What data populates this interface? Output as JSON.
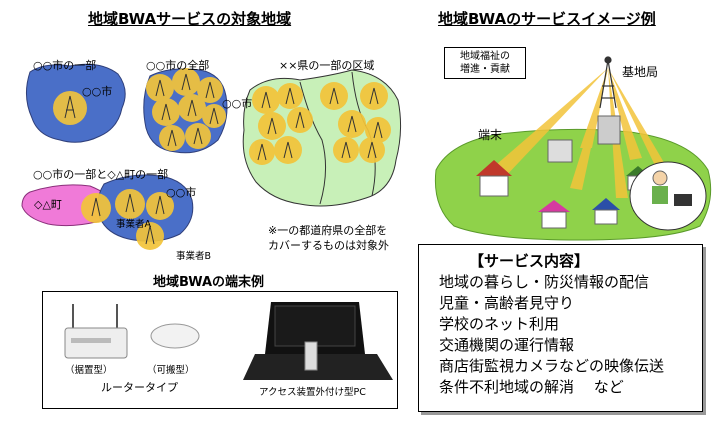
{
  "left_title": "地域BWAサービスの対象地域",
  "right_title": "地域BWAのサービスイメージ例",
  "map_labels": {
    "city_partial": "○○市の一部",
    "city_partial_inner": "○○市",
    "city_full": "○○市の全部",
    "city_full_side": "○○市",
    "pref_partial": "××県の一部の区域",
    "mixed": "○○市の一部と◇△町の一部",
    "town": "◇△町",
    "city_mixed": "○○市",
    "operator_a": "事業者A",
    "operator_b": "事業者B"
  },
  "note": {
    "line1": "※一の都道府県の全部を",
    "line2": "カバーするものは対象外"
  },
  "terminal": {
    "title": "地域BWAの端末例",
    "stationary_label": "（据置型）",
    "portable_label": "（可搬型）",
    "router_type": "ルータータイプ",
    "pc_type": "アクセス装置外付け型PC"
  },
  "service_image": {
    "callout_line1": "地域福祉の",
    "callout_line2": "増進・貢献",
    "base_station": "基地局",
    "terminal_label": "端末"
  },
  "service_box": {
    "header": "【サービス内容】",
    "items": [
      "地域の暮らし・防災情報の配信",
      "児童・高齢者見守り",
      "学校のネット利用",
      "交通機関の運行情報",
      "商店街監視カメラなどの映像伝送",
      "条件不利地域の解消　 など"
    ]
  },
  "colors": {
    "region_blue": "#4a6fc8",
    "region_green": "#c8f0b8",
    "region_pink": "#f07ad8",
    "coverage": "#f3c43a",
    "ground": "#8fd24a"
  }
}
